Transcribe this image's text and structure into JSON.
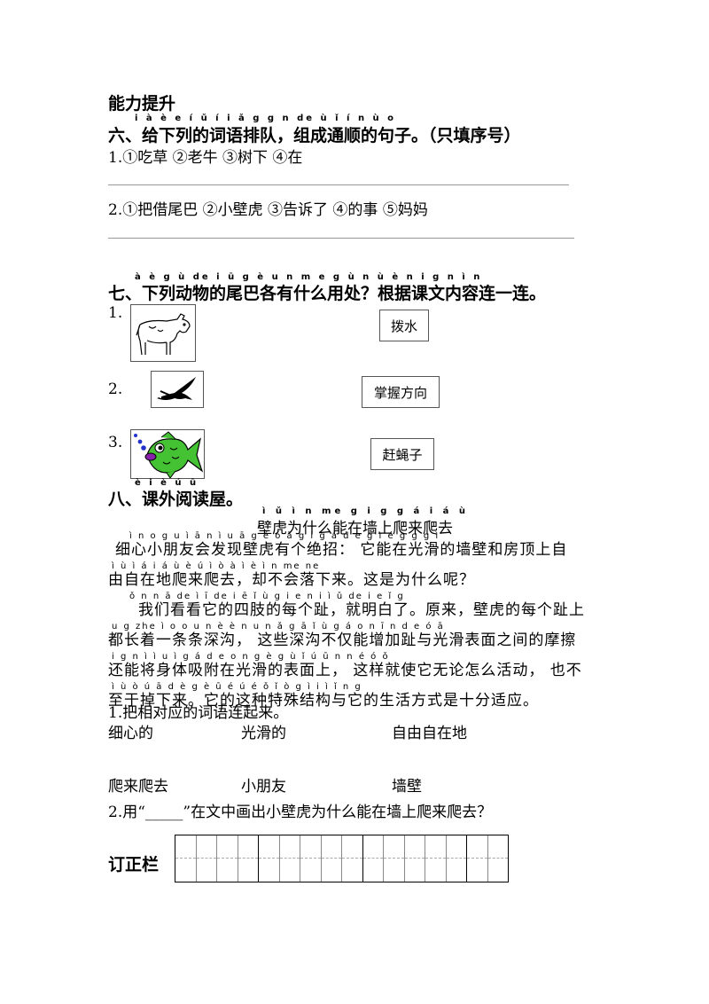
{
  "section_title": "能力提升",
  "q6": {
    "pinyin": "i à è e í ǔ í i ǎ g g n de ù ǐ í n ù o",
    "title": "六、给下列的词语排队，组成通顺的句子。（只填序号）",
    "item1": "1.①吃草    ②老牛    ③树下    ④在",
    "item2": "2.①把借尾巴     ②小壁虎     ③告诉了      ④的事      ⑤妈妈"
  },
  "q7": {
    "pinyin": "à è g ù de i ū g è u n m e g ù n ù è n i g n ì n",
    "title": "七、下列动物的尾巴各有什么用处？根据课文内容连一连。",
    "n1": "1.",
    "n2": "2.",
    "n3": "3.",
    "opt1": "拨水",
    "opt2": "掌握方向",
    "opt3": "赶蝇子",
    "pic1_icon": "cow-icon",
    "pic2_icon": "swallow-icon",
    "pic3_icon": "fish-icon"
  },
  "q8": {
    "pinyin": "è i è ú ū",
    "title": "八、课外阅读屋。",
    "passage_title_pinyin": "ì ǔ ì n me g i g g á i á ù",
    "passage_title": "壁虎为什么能在墙上爬来爬去",
    "p1_py": "ì n o g u ì ā n ì u ā g é ó ā g i g á d e g ì é g g g ì",
    "p1_l1": "细心小朋友会发现壁虎有个绝招：  它能在光滑的墙壁和房顶上自",
    "p1_py2": "ì ù ì á i á ù è ú ì ò à ì è ì n me ne",
    "p1_l2": "由自在地爬来爬去，却不会落下来。这是为什么呢？",
    "p2_py": "ǒ n n ā de ì ī de i ē ǐ ù g i e n i ì ǔ de i e ǐ g",
    "p2_l1": "我们看看它的四肢的每个趾，就明白了。原来，壁虎的每个趾上",
    "p2_py2": "u g zhe ì o o u n è è n u n ǎ g ā ǐ ù g á o n ī n d e ó ā",
    "p2_l2": "都长着一条条深沟，  这些深沟不仅能增加趾与光滑表面之间的摩擦",
    "p2_py3": "i g n ì ì u ì g á d e o n g è g ù ǐ ú ū n n é ó ǒ",
    "p2_l3": "还能将身体吸附在光滑的表面上，  这样就使它无论怎么活动，  也不",
    "p2_py4": "ì ù ò ú ā d è g è ū é ú é ǒ ǐ ò g ì i ì ǐ n g",
    "p2_l4": "至于掉下来。它的这种特殊结构与它的生活方式是十分适应。",
    "sub1": "1.把相对应的词语连起来。",
    "words": [
      "细心的",
      "光滑的",
      "自由自在地",
      "爬来爬去",
      "小朋友",
      "墙壁"
    ],
    "sub2": "2.用“_____”在文中画出小壁虎为什么能在墙上爬来爬去？"
  },
  "correction_label": "订正栏"
}
